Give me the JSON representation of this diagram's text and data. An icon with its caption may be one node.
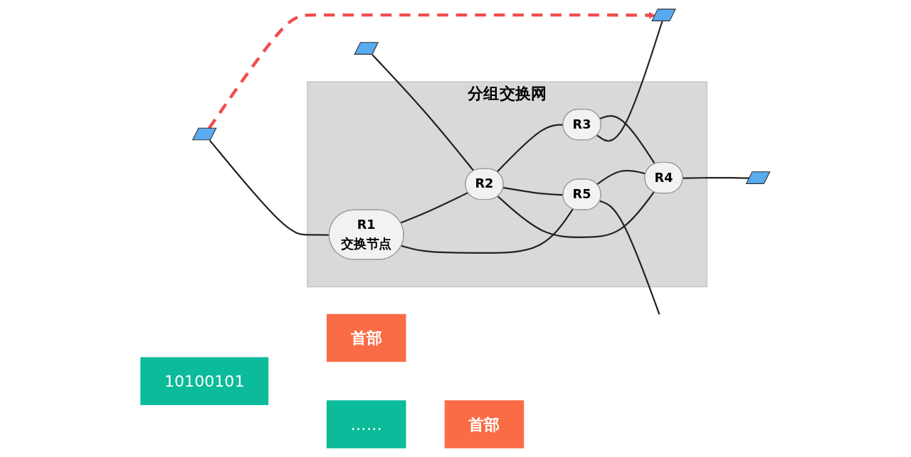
{
  "diagram": {
    "nodes": [
      {
        "text": [
          "分组交换网"
        ]
      },
      {
        "text": [
          "R1",
          "交换节点"
        ],
        "in": 0
      },
      {
        "text": [
          "R2"
        ],
        "in": 0
      },
      {
        "text": [
          "R3"
        ],
        "in": 0
      },
      {
        "text": [
          "R4"
        ],
        "in": 0
      },
      {
        "text": [
          "R5"
        ],
        "in": 0
      },
      {
        "text": [],
        "shape": "picture"
      },
      {
        "text": [],
        "shape": "picture"
      },
      {
        "text": [],
        "shape": "picture"
      },
      {
        "text": [],
        "shape": "picture"
      },
      {
        "text": [
          "10100101"
        ]
      },
      {
        "text": [
          "首部"
        ]
      },
      {
        "text": [
          "……"
        ]
      },
      {
        "text": [
          "首部"
        ]
      }
    ],
    "edges": [
      {
        "from": 6,
        "to": 8,
        "arrow": "to",
        "style": "dashed",
        "color": "#f04d4d"
      },
      {
        "from": 6,
        "to": 1,
        "arrow": "none"
      },
      {
        "from": 7,
        "to": 2,
        "arrow": "none"
      },
      {
        "from": 1,
        "to": 2,
        "arrow": "none"
      },
      {
        "from": 2,
        "to": 3,
        "arrow": "none"
      },
      {
        "from": 2,
        "to": 5,
        "arrow": "none"
      },
      {
        "from": 2,
        "to": 4,
        "arrow": "none"
      },
      {
        "from": 1,
        "to": 5,
        "arrow": "none"
      },
      {
        "from": 3,
        "to": 4,
        "arrow": "none"
      },
      {
        "from": 5,
        "to": 4,
        "arrow": "none"
      },
      {
        "from": 3,
        "to": 8,
        "arrow": "none"
      },
      {
        "from": 4,
        "to": 9,
        "arrow": "none"
      },
      {
        "from": 5,
        "to": null,
        "arrow": "none"
      }
    ]
  }
}
